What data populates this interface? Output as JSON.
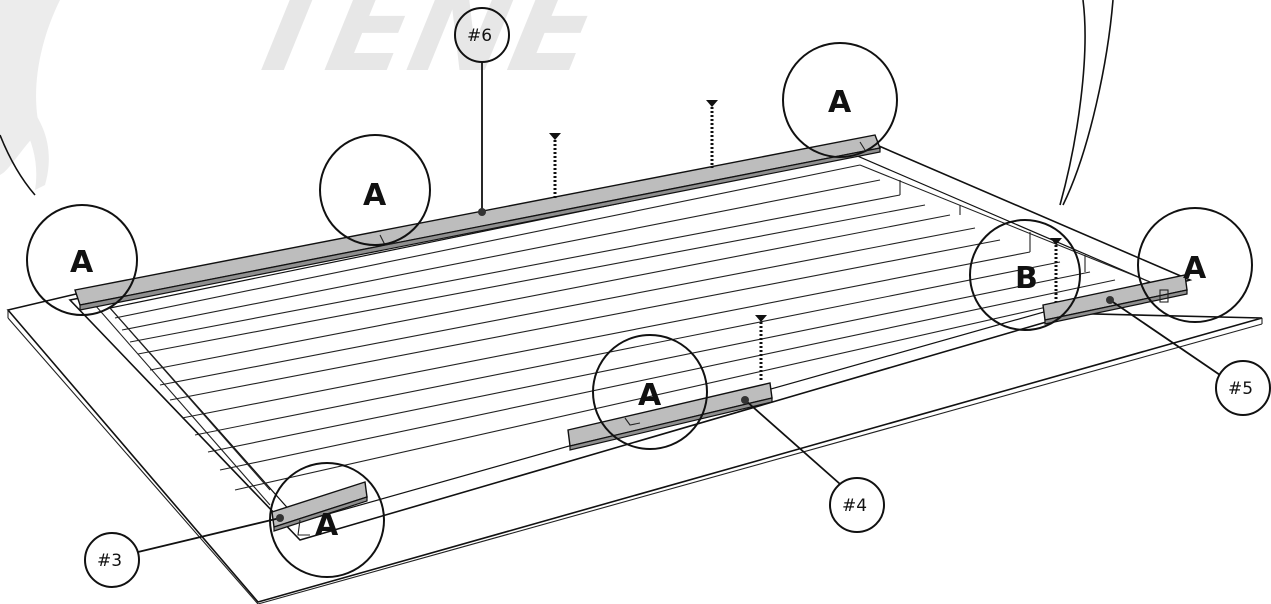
{
  "watermark": {
    "text": "TENE"
  },
  "callouts": [
    "A",
    "A",
    "A",
    "A",
    "A",
    "A",
    "B"
  ],
  "labels": {
    "part3": "#3",
    "part4": "#4",
    "part5": "#5",
    "part6": "#6"
  }
}
